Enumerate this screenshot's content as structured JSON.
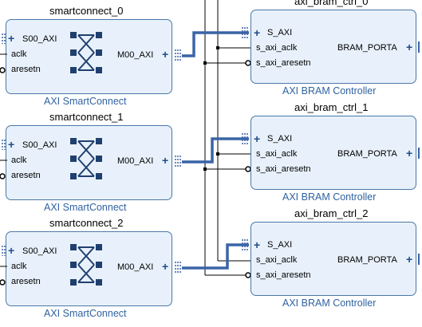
{
  "smartconnects": [
    {
      "instance": "smartconnect_0",
      "type": "AXI SmartConnect",
      "ports_in": [
        "S00_AXI",
        "aclk",
        "aresetn"
      ],
      "port_out": "M00_AXI"
    },
    {
      "instance": "smartconnect_1",
      "type": "AXI SmartConnect",
      "ports_in": [
        "S00_AXI",
        "aclk",
        "aresetn"
      ],
      "port_out": "M00_AXI"
    },
    {
      "instance": "smartconnect_2",
      "type": "AXI SmartConnect",
      "ports_in": [
        "S00_AXI",
        "aclk",
        "aresetn"
      ],
      "port_out": "M00_AXI"
    }
  ],
  "bram_ctrls": [
    {
      "instance": "axi_bram_ctrl_0",
      "type": "AXI BRAM Controller",
      "ports_in": [
        "S_AXI",
        "s_axi_aclk",
        "s_axi_aresetn"
      ],
      "port_out": "BRAM_PORTA"
    },
    {
      "instance": "axi_bram_ctrl_1",
      "type": "AXI BRAM Controller",
      "ports_in": [
        "S_AXI",
        "s_axi_aclk",
        "s_axi_aresetn"
      ],
      "port_out": "BRAM_PORTA"
    },
    {
      "instance": "axi_bram_ctrl_2",
      "type": "AXI BRAM Controller",
      "ports_in": [
        "S_AXI",
        "s_axi_aclk",
        "s_axi_aresetn"
      ],
      "port_out": "BRAM_PORTA"
    }
  ],
  "colors": {
    "block_fill": "#e8f1fb",
    "block_border": "#4a78a8",
    "bus_net": "#3a64a6",
    "signal_net": "#000000",
    "block_type_text": "#2f62a1",
    "crossbar_fill": "#1f3f6e"
  }
}
